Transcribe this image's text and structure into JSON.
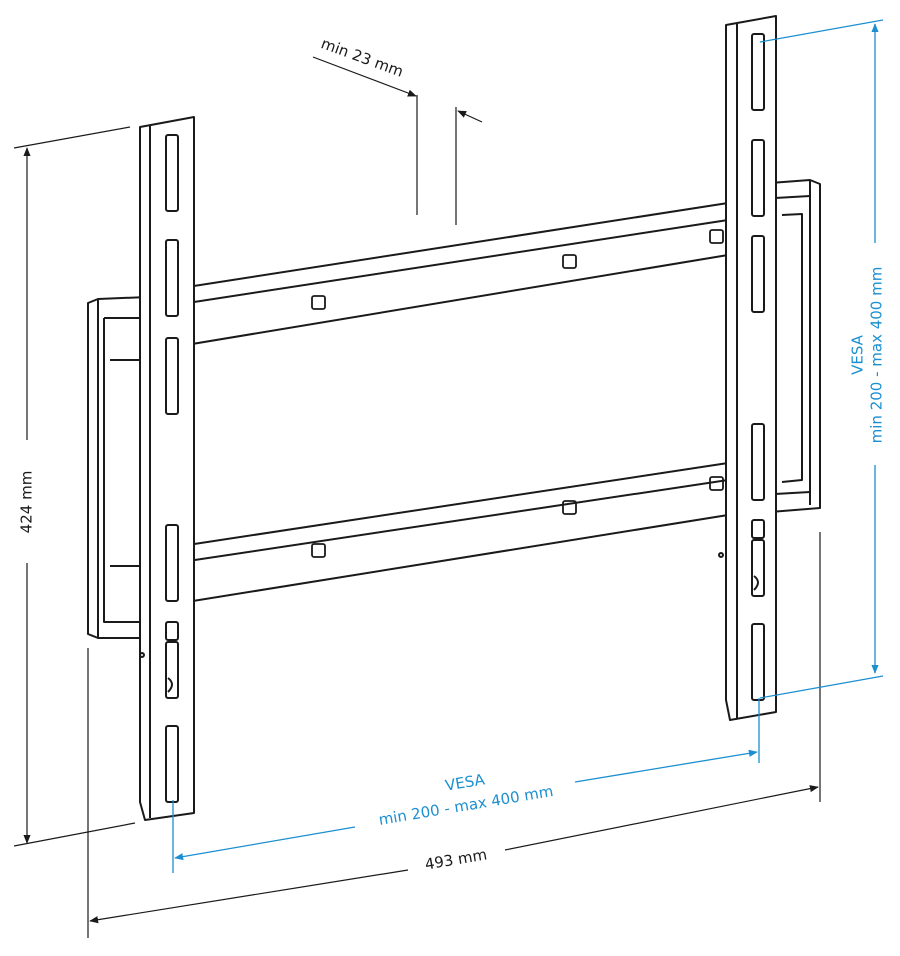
{
  "dimensions": {
    "height_label": "424 mm",
    "width_label": "493 mm",
    "depth_label": "min 23 mm",
    "vesa_title": "VESA",
    "vesa_range": "min 200 - max 400 mm"
  },
  "colors": {
    "line": "#1a1a1a",
    "accent": "#1b8fd0",
    "background": "#ffffff"
  }
}
